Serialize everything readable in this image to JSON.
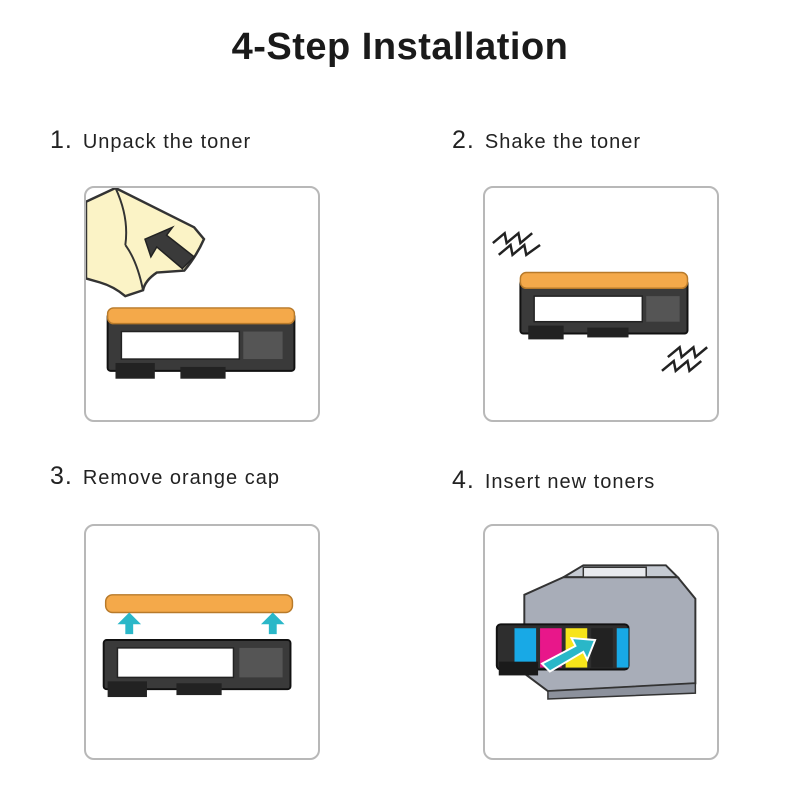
{
  "title": "4-Step Installation",
  "steps": [
    {
      "number": "1.",
      "label": "Unpack the toner"
    },
    {
      "number": "2.",
      "label": "Shake the toner"
    },
    {
      "number": "3.",
      "label": "Remove orange cap"
    },
    {
      "number": "4.",
      "label": "Insert new toners"
    }
  ],
  "colors": {
    "orange_cap": "#f4a94a",
    "toner_body": "#3a3a3a",
    "arrow_cyan": "#2ab7c8",
    "printer_body": "#a8adb8",
    "wrapper": "#fbf3c6",
    "cyan": "#18a9e6",
    "magenta": "#e8178a",
    "yellow": "#f7e41a",
    "black": "#222222",
    "card_border": "#b8b8b8"
  }
}
